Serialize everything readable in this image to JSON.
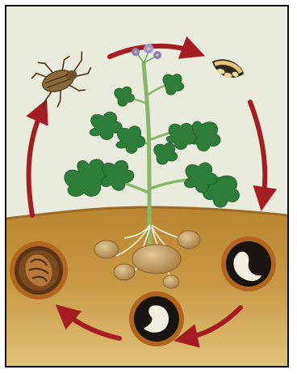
{
  "diagram": {
    "stages": [
      {
        "id": "adult-beetle",
        "icon": "beetle-icon"
      },
      {
        "id": "egg-cluster",
        "icon": "egg-cluster-icon"
      },
      {
        "id": "larva-early",
        "icon": "larva-icon"
      },
      {
        "id": "larva-late",
        "icon": "larva-icon"
      },
      {
        "id": "pupa",
        "icon": "pupa-icon"
      }
    ],
    "colors": {
      "background": "#e9ecdc",
      "soil": "#c99a45",
      "soil_dark": "#9b6a25",
      "arrow": "#a51d22",
      "leaf": "#2f7d3a",
      "leaf_light": "#6aa55a",
      "stem": "#8ab56a",
      "tuber": "#c9a46a",
      "flower": "#8c7cc0",
      "cell_rim": "#b0661f",
      "cell_inner": "#1a1410",
      "grub": "#f3eee2"
    }
  }
}
